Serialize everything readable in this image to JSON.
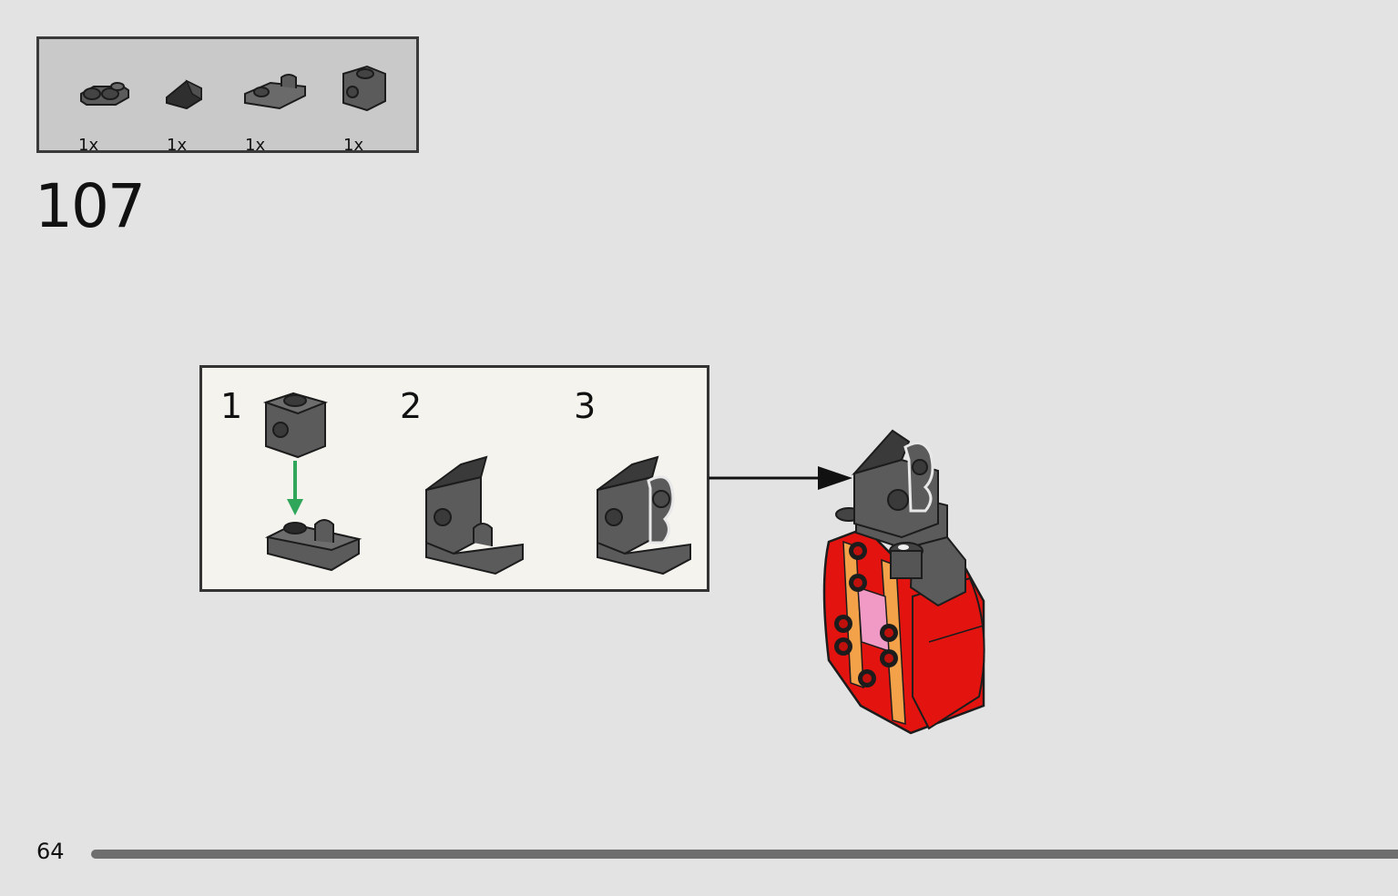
{
  "step": {
    "number": "107"
  },
  "parts_list": [
    {
      "icon": "plate-with-bar-handle",
      "qty": "1x"
    },
    {
      "icon": "slope-tile",
      "qty": "1x"
    },
    {
      "icon": "plate-with-clip",
      "qty": "1x"
    },
    {
      "icon": "brick-with-side-stud",
      "qty": "1x"
    }
  ],
  "substeps": [
    {
      "label": "1"
    },
    {
      "label": "2"
    },
    {
      "label": "3"
    }
  ],
  "page": {
    "number": "64"
  },
  "colors": {
    "background": "#e3e3e3",
    "parts_box": "#c9c9c9",
    "substep_box": "#f4f3ee",
    "dark_bluish_gray": "#5b5b5b",
    "red": "#e3140f",
    "orange": "#f3a24a",
    "pink": "#f29ac6",
    "assembly_arrow": "#2fa65a"
  }
}
